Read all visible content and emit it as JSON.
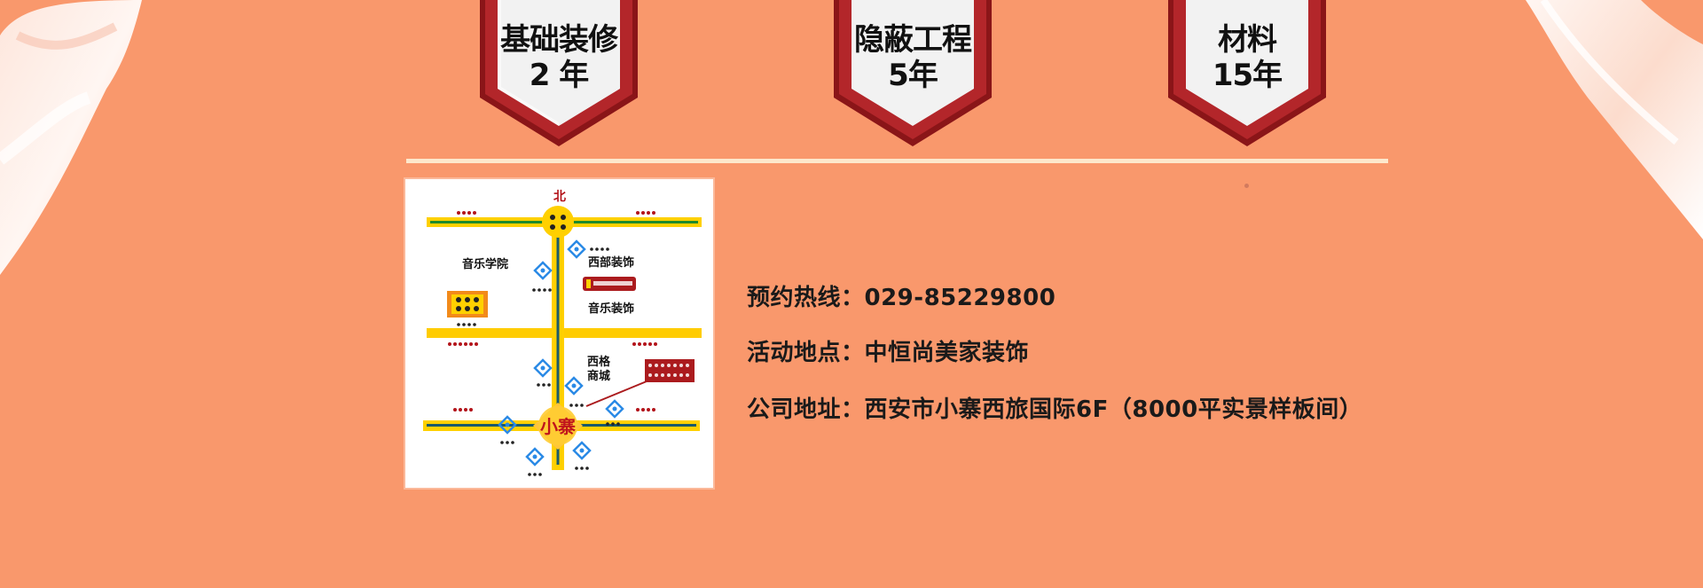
{
  "colors": {
    "background": "#f9986c",
    "badge_border": "#a61e22",
    "badge_fill": "#f2f2f2",
    "divider": "#fde8cc",
    "text": "#1a1a1a"
  },
  "badges": [
    {
      "title": "基础装修",
      "years": "2 年"
    },
    {
      "title": "隐蔽工程",
      "years": "5年"
    },
    {
      "title": "材料",
      "years": "15年"
    }
  ],
  "map": {
    "north_label": "北",
    "center_label": "小寨",
    "labels": [
      "音乐学院",
      "西部装饰",
      "音乐装饰",
      "西格商城"
    ]
  },
  "contact": {
    "hotline": "预约热线：029-85229800",
    "venue": "活动地点：中恒尚美家装饰",
    "address": "公司地址：西安市小寨西旅国际6F（8000平实景样板间）"
  }
}
